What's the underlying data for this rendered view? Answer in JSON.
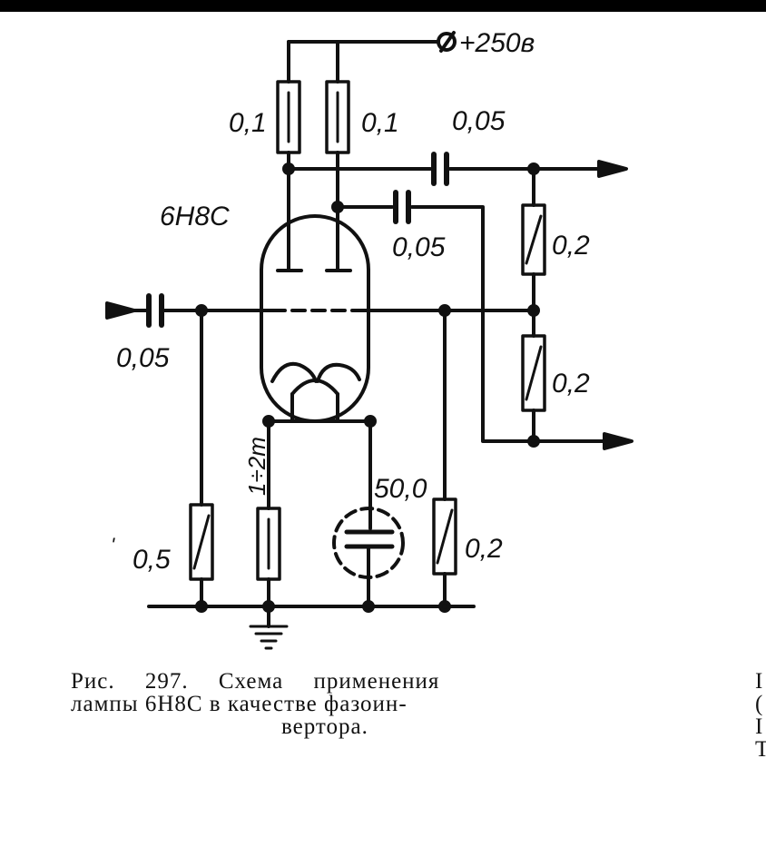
{
  "figure": {
    "supply_label": "+250в",
    "tube_label": "6Н8С",
    "components": {
      "plate_resistor_left": "0,1",
      "plate_resistor_right": "0,1",
      "output_cap_top": "0,05",
      "output_cap_second": "0,05",
      "input_cap": "0,05",
      "divider_resistor_top": "0,2",
      "divider_resistor_bottom": "0,2",
      "grid_resistor": "0,5",
      "cathode_resistor": "1÷2т",
      "cathode_capacitor": "50,0",
      "grid2_resistor": "0,2"
    },
    "stray_mark": "'"
  },
  "caption": {
    "line1": "Рис. 297. Схема применения",
    "line2": "лампы 6Н8С в качестве фазоин-",
    "line3": "вертора."
  },
  "edge_fragment": {
    "chars": [
      "I",
      "(",
      "I",
      "Т"
    ]
  }
}
